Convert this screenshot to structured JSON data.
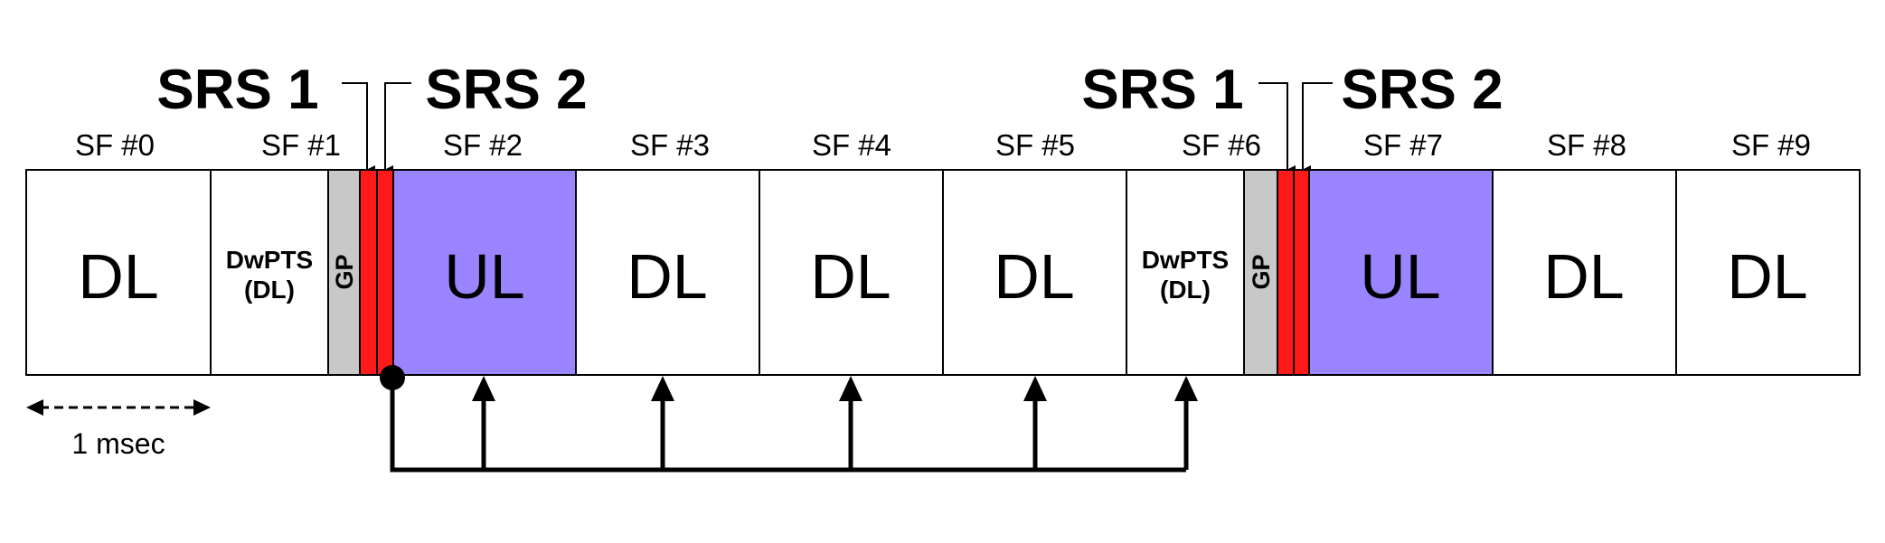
{
  "colors": {
    "uplink": "#9b84ff",
    "srs": "#ff1a1a",
    "guard_period": "#c8c8c8",
    "downlink": "#ffffff",
    "line": "#000000"
  },
  "subframe_labels": [
    "SF #0",
    "SF #1",
    "SF #2",
    "SF #3",
    "SF #4",
    "SF #5",
    "SF #6",
    "SF #7",
    "SF #8",
    "SF #9"
  ],
  "srs_labels": {
    "first": [
      "SRS 1",
      "SRS 2"
    ],
    "second": [
      "SRS 1",
      "SRS 2"
    ]
  },
  "subframes": {
    "sf0": "DL",
    "sf1": {
      "dwpts": "DwPTS",
      "dl": "(DL)",
      "gp": "GP"
    },
    "sf2": "UL",
    "sf3": "DL",
    "sf4": "DL",
    "sf5": "DL",
    "sf6": {
      "dwpts": "DwPTS",
      "dl": "(DL)",
      "gp": "GP"
    },
    "sf7": "UL",
    "sf8": "DL",
    "sf9": "DL"
  },
  "duration": "1 msec"
}
